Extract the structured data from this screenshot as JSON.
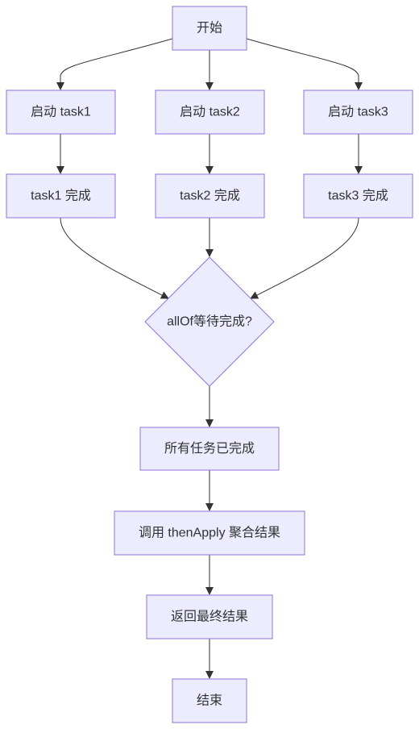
{
  "diagram": {
    "nodes": {
      "start": "开始",
      "launch_task1": "启动 task1",
      "launch_task2": "启动 task2",
      "launch_task3": "启动 task3",
      "task1_done": "task1 完成",
      "task2_done": "task2 完成",
      "task3_done": "task3 完成",
      "allof_decision": "allOf等待完成?",
      "all_done": "所有任务已完成",
      "then_apply": "调用 thenApply 聚合结果",
      "return_result": "返回最终结果",
      "end": "结束"
    },
    "edges": [
      {
        "from": "start",
        "to": "launch_task1"
      },
      {
        "from": "start",
        "to": "launch_task2"
      },
      {
        "from": "start",
        "to": "launch_task3"
      },
      {
        "from": "launch_task1",
        "to": "task1_done"
      },
      {
        "from": "launch_task2",
        "to": "task2_done"
      },
      {
        "from": "launch_task3",
        "to": "task3_done"
      },
      {
        "from": "task1_done",
        "to": "allof_decision"
      },
      {
        "from": "task2_done",
        "to": "allof_decision"
      },
      {
        "from": "task3_done",
        "to": "allof_decision"
      },
      {
        "from": "allof_decision",
        "to": "all_done"
      },
      {
        "from": "all_done",
        "to": "then_apply"
      },
      {
        "from": "then_apply",
        "to": "return_result"
      },
      {
        "from": "return_result",
        "to": "end"
      }
    ],
    "colors": {
      "node_fill": "#ececff",
      "node_stroke": "#9370db",
      "edge": "#333333",
      "text": "#333333"
    }
  }
}
